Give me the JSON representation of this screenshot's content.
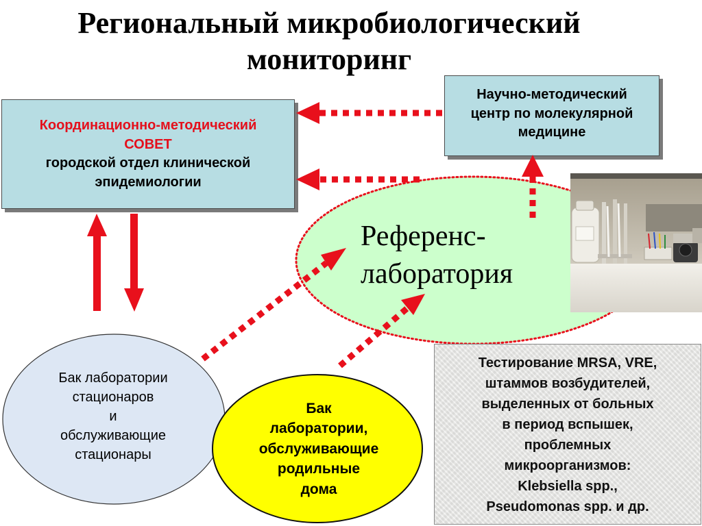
{
  "title": {
    "line1": "Региональный микробиологический",
    "line2": "мониторинг"
  },
  "council_box": {
    "line1": "Координационно-методический",
    "line2": "СОВЕТ",
    "line3": "городской отдел клинической",
    "line4": "эпидемиологии"
  },
  "science_center_box": {
    "line1": "Научно-методический",
    "line2": "центр по молекулярной",
    "line3": "медицине"
  },
  "reference_lab": {
    "line1": "Референс-",
    "line2": "лаборатория"
  },
  "hospital_labs": {
    "line1": "Бак лаборатории",
    "line2": "стационаров",
    "line3": "и",
    "line4": "обслуживающие",
    "line5": "стационары"
  },
  "maternity_labs": {
    "line1": "Бак",
    "line2": "лаборатории,",
    "line3": "обслуживающие",
    "line4": "родильные",
    "line5": "дома"
  },
  "testing_box": {
    "line1": "Тестирование MRSA, VRE,",
    "line2": "штаммов возбудителей,",
    "line3": "выделенных от больных",
    "line4": "в период вспышек,",
    "line5": "проблемных",
    "line6": "микроорганизмов:",
    "line7": "Klebsiella spp.,",
    "line8": "Pseudomonas spp.  и др."
  },
  "colors": {
    "box_fill": "#b7dde3",
    "arrow": "#e8101c",
    "ref_lab_fill": "#ccffcc",
    "hospital_fill": "#dde7f4",
    "maternity_fill": "#ffff00"
  },
  "icons": {
    "photo": "laboratory-photo"
  }
}
